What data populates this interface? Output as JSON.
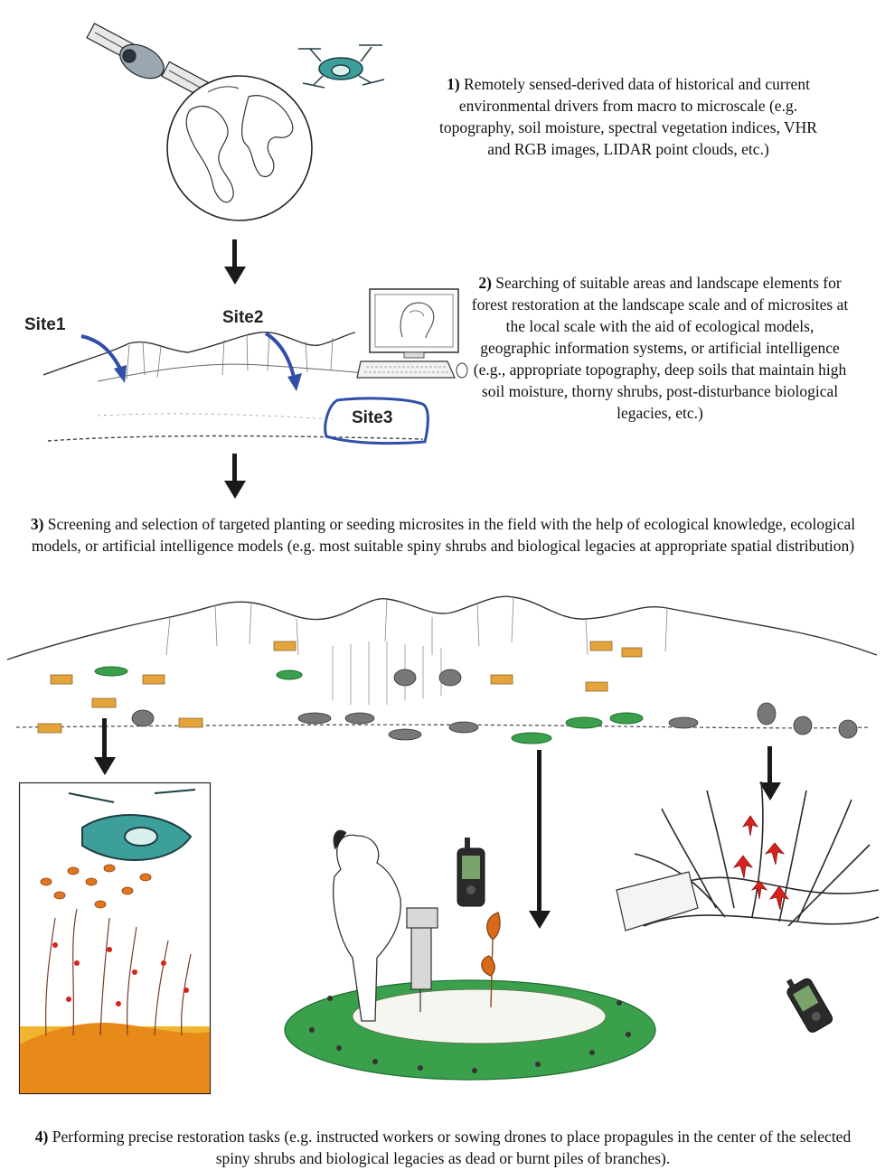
{
  "steps": [
    {
      "num": "1)",
      "text": "Remotely sensed-derived data of historical and current environmental drivers from macro to microscale (e.g. topography, soil moisture, spectral vegetation indices, VHR and RGB images, LIDAR point clouds, etc.)"
    },
    {
      "num": "2)",
      "text": "Searching of suitable areas and landscape elements for forest restoration at the landscape scale and of microsites at the local scale with the aid of ecological models, geographic information systems, or artificial intelligence (e.g., appropriate topography, deep soils that maintain high soil moisture, thorny shrubs, post-disturbance biological legacies, etc.)"
    },
    {
      "num": "3)",
      "text": "Screening and selection of targeted planting or seeding microsites in the field with the help of ecological knowledge, ecological models, or artificial intelligence models (e.g. most suitable spiny shrubs and biological legacies at appropriate spatial distribution)"
    },
    {
      "num": "4)",
      "text": "Performing precise restoration tasks (e.g. instructed workers or sowing drones to place propagules in the center of the selected spiny shrubs and biological legacies as dead or burnt piles of branches)."
    }
  ],
  "sites": [
    "Site1",
    "Site2",
    "Site3"
  ],
  "colors": {
    "arrow": "#1a1a1a",
    "site_marker": "#2f4fa8",
    "drone": "#2e8f8a",
    "shrub_green": "#2e9a48",
    "leaf_red": "#d8231c",
    "soil_orange": "#e8a020"
  },
  "icons": [
    "satellite-icon",
    "drone-icon",
    "globe-icon",
    "computer-brain-icon",
    "gps-device-icon"
  ]
}
